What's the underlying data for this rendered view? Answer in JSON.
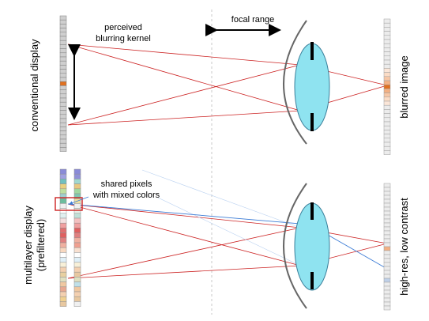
{
  "labels": {
    "perceived_kernel_line1": "perceived",
    "perceived_kernel_line2": "blurring kernel",
    "focal_range": "focal range",
    "conventional_display": "conventional display",
    "blurred_image": "blurred image",
    "shared_pixels_line1": "shared pixels",
    "shared_pixels_line2": "with mixed colors",
    "multilayer_display_line1": "multilayer display",
    "multilayer_display_line2": "(prefiltered)",
    "high_res_low_contrast": "high-res, low contrast"
  },
  "colors": {
    "ray_red": "#cc2222",
    "ray_blue": "#3a7bd5",
    "lens_fill": "#8fe3f0",
    "lens_stroke": "#3a7f9a",
    "pixel_gray": "#d0d0d0",
    "pixel_border": "#808080",
    "highlight_orange": "#e07020",
    "dashed_axis": "#c8c8c8"
  },
  "conventional_pixels": [
    "#cfcfcf",
    "#cfcfcf",
    "#cfcfcf",
    "#cfcfcf",
    "#cfcfcf",
    "#cfcfcf",
    "#cfcfcf",
    "#cfcfcf",
    "#cfcfcf",
    "#cfcfcf",
    "#cfcfcf",
    "#cfcfcf",
    "#cfcfcf",
    "#cfcfcf",
    "#cfcfcf",
    "#cfcfcf",
    "#e07020",
    "#cfcfcf",
    "#cfcfcf",
    "#cfcfcf",
    "#cfcfcf",
    "#cfcfcf",
    "#cfcfcf",
    "#cfcfcf",
    "#cfcfcf",
    "#cfcfcf",
    "#cfcfcf",
    "#cfcfcf",
    "#cfcfcf",
    "#cfcfcf",
    "#cfcfcf",
    "#cfcfcf",
    "#cfcfcf"
  ],
  "blurred_pixels": [
    "#ececec",
    "#ececec",
    "#ececec",
    "#ececec",
    "#ececec",
    "#ececec",
    "#ececec",
    "#ececec",
    "#ececec",
    "#ececec",
    "#ececec",
    "#ececec",
    "#fbe6d8",
    "#fbdcc6",
    "#f7c7a6",
    "#f3b083",
    "#e07020",
    "#f3b083",
    "#f7c7a6",
    "#fbdcc6",
    "#fbe6d8",
    "#ececec",
    "#ececec",
    "#ececec",
    "#ececec",
    "#ececec",
    "#ececec",
    "#ececec",
    "#ececec",
    "#ececec",
    "#ececec",
    "#ececec",
    "#ececec"
  ],
  "front_layer_pixels": [
    "#8a8ad8",
    "#a0a0e0",
    "#70c0c0",
    "#e8d080",
    "#c0e0a0",
    "#a0d0d0",
    "#6dbd9e",
    "#f0f0f0",
    "#ffffff",
    "#e0f0f0",
    "#f4e0e0",
    "#f0a0a0",
    "#e07070",
    "#e06060",
    "#e08080",
    "#f0b0a0",
    "#f8d8c0",
    "#ffffff",
    "#e0f0f8",
    "#f8f0d8",
    "#f4d0b0",
    "#e8d0a0",
    "#e0e0c0",
    "#f0c8a0",
    "#e8a890",
    "#f4d0b0",
    "#f0d090",
    "#e8c8a0"
  ],
  "rear_layer_pixels": [
    "#8a8ad8",
    "#9090d8",
    "#a0d8d0",
    "#e8c880",
    "#a0d8a0",
    "#80c8b0",
    "#f0e0a0",
    "#f0f0f0",
    "#e8f0e8",
    "#c0e0d8",
    "#f4c0c0",
    "#f0a0a0",
    "#e06060",
    "#e08080",
    "#f0b0a0",
    "#f0a090",
    "#f8e0d0",
    "#ffffff",
    "#e0f0f8",
    "#f8f0d8",
    "#f4d0b0",
    "#e8c8a0",
    "#e0e0c0",
    "#c0e0e8",
    "#f0c8a0",
    "#f4d0b0",
    "#e8c8a0",
    "#f0f0f0"
  ],
  "highres_pixels": [
    "#ececec",
    "#ececec",
    "#ececec",
    "#ececec",
    "#ececec",
    "#ececec",
    "#ececec",
    "#ececec",
    "#ececec",
    "#ececec",
    "#ececec",
    "#ececec",
    "#ececec",
    "#ececec",
    "#ececec",
    "#ececec",
    "#f3b083",
    "#ececec",
    "#ececec",
    "#ececec",
    "#ececec",
    "#ececec",
    "#ececec",
    "#ececec",
    "#bfd0e8",
    "#ececec",
    "#ececec",
    "#ececec",
    "#ececec",
    "#ececec",
    "#ececec",
    "#ececec"
  ]
}
